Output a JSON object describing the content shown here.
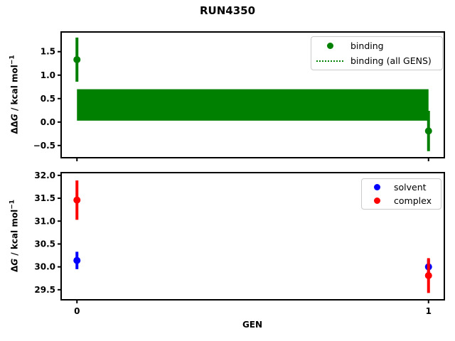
{
  "figure": {
    "title": "RUN4350",
    "background": "#ffffff",
    "axis_color": "#000000"
  },
  "chart_data": [
    {
      "type": "scatter",
      "name": "relative-binding-free-energy-panel",
      "ylabel": {
        "prefix": "ΔΔ",
        "symbol": "G",
        "unit": " / kcal mol",
        "exponent": "−1"
      },
      "xlabel": "",
      "xlim": [
        -0.045,
        1.045
      ],
      "ylim": [
        -0.76,
        1.92
      ],
      "yticks": [
        {
          "value": 1.5,
          "label": "1.5"
        },
        {
          "value": 1.0,
          "label": "1.0"
        },
        {
          "value": 0.5,
          "label": "0.5"
        },
        {
          "value": 0.0,
          "label": "0.0"
        },
        {
          "value": -0.5,
          "label": "−0.5"
        }
      ],
      "xticks": [
        {
          "value": 0,
          "label": ""
        },
        {
          "value": 1,
          "label": ""
        }
      ],
      "band": {
        "label": "binding (all GENS)",
        "x_range": [
          0,
          1
        ],
        "y_range": [
          0.03,
          0.7
        ],
        "color": "#008000"
      },
      "series": [
        {
          "name": "binding",
          "color": "#008000",
          "marker": "circle",
          "x": [
            0,
            1
          ],
          "y": [
            1.33,
            -0.19
          ],
          "yerr": [
            0.47,
            0.43
          ]
        }
      ],
      "legend": {
        "position": "upper right",
        "entries": [
          {
            "label": "binding",
            "glyph": "dot",
            "color": "#008000"
          },
          {
            "label": "binding (all GENS)",
            "glyph": "dotted-line",
            "color": "#008000"
          }
        ]
      }
    },
    {
      "type": "scatter",
      "name": "absolute-free-energy-panel",
      "ylabel": {
        "prefix": "Δ",
        "symbol": "G",
        "unit": " / kcal mol",
        "exponent": "−1"
      },
      "xlabel": "GEN",
      "xlim": [
        -0.045,
        1.045
      ],
      "ylim": [
        29.28,
        32.06
      ],
      "yticks": [
        {
          "value": 32.0,
          "label": "32.0"
        },
        {
          "value": 31.5,
          "label": "31.5"
        },
        {
          "value": 31.0,
          "label": "31.0"
        },
        {
          "value": 30.5,
          "label": "30.5"
        },
        {
          "value": 30.0,
          "label": "30.0"
        },
        {
          "value": 29.5,
          "label": "29.5"
        }
      ],
      "xticks": [
        {
          "value": 0,
          "label": "0"
        },
        {
          "value": 1,
          "label": "1"
        }
      ],
      "band": null,
      "series": [
        {
          "name": "solvent",
          "color": "#0000ff",
          "marker": "circle",
          "x": [
            0,
            1
          ],
          "y": [
            30.14,
            30.0
          ],
          "yerr": [
            0.19,
            0.16
          ]
        },
        {
          "name": "complex",
          "color": "#ff0000",
          "marker": "circle",
          "x": [
            0,
            1
          ],
          "y": [
            31.46,
            29.81
          ],
          "yerr": [
            0.43,
            0.38
          ]
        }
      ],
      "legend": {
        "position": "upper right",
        "entries": [
          {
            "label": "solvent",
            "glyph": "dot",
            "color": "#0000ff"
          },
          {
            "label": "complex",
            "glyph": "dot",
            "color": "#ff0000"
          }
        ]
      }
    }
  ]
}
